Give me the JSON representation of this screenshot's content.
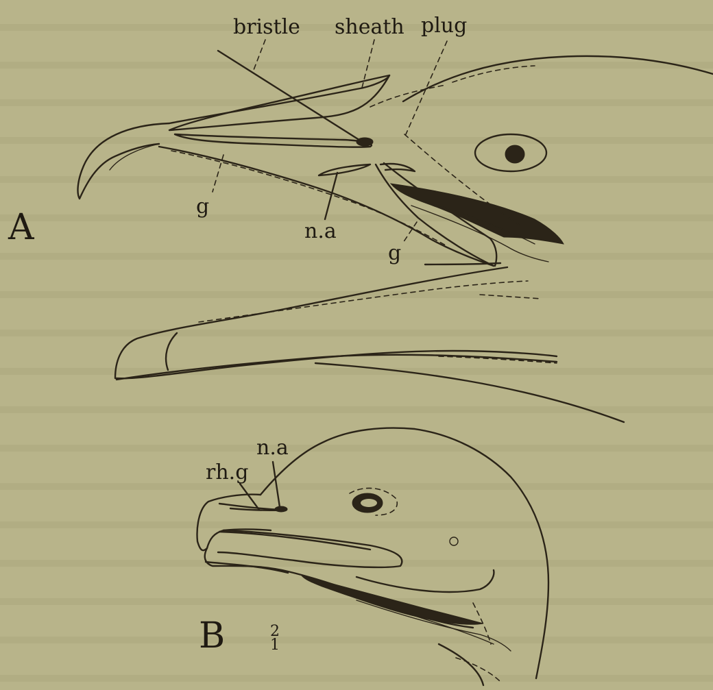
{
  "labels": {
    "bristle": "bristle",
    "sheath": "sheath",
    "plug": "plug",
    "g_upper": "g",
    "na_a": "n.a",
    "g_lower": "g",
    "fig_a": "A",
    "rhg": "rh.g",
    "na_b": "n.a",
    "fig_b": "B",
    "scale_num": "2",
    "scale_den": "1"
  },
  "colors": {
    "paper": "#b8b48a",
    "ink": "#2b2418"
  }
}
